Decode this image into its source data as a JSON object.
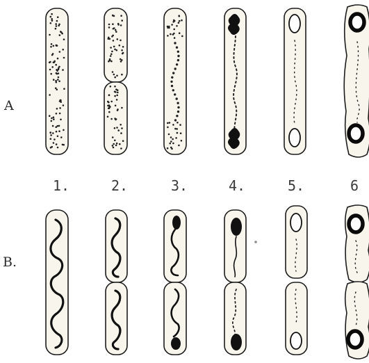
{
  "figure": {
    "row_labels": {
      "a": "A",
      "b": "B."
    },
    "stage_numbers": [
      "1.",
      "2.",
      "3.",
      "4.",
      "5.",
      "6"
    ]
  }
}
